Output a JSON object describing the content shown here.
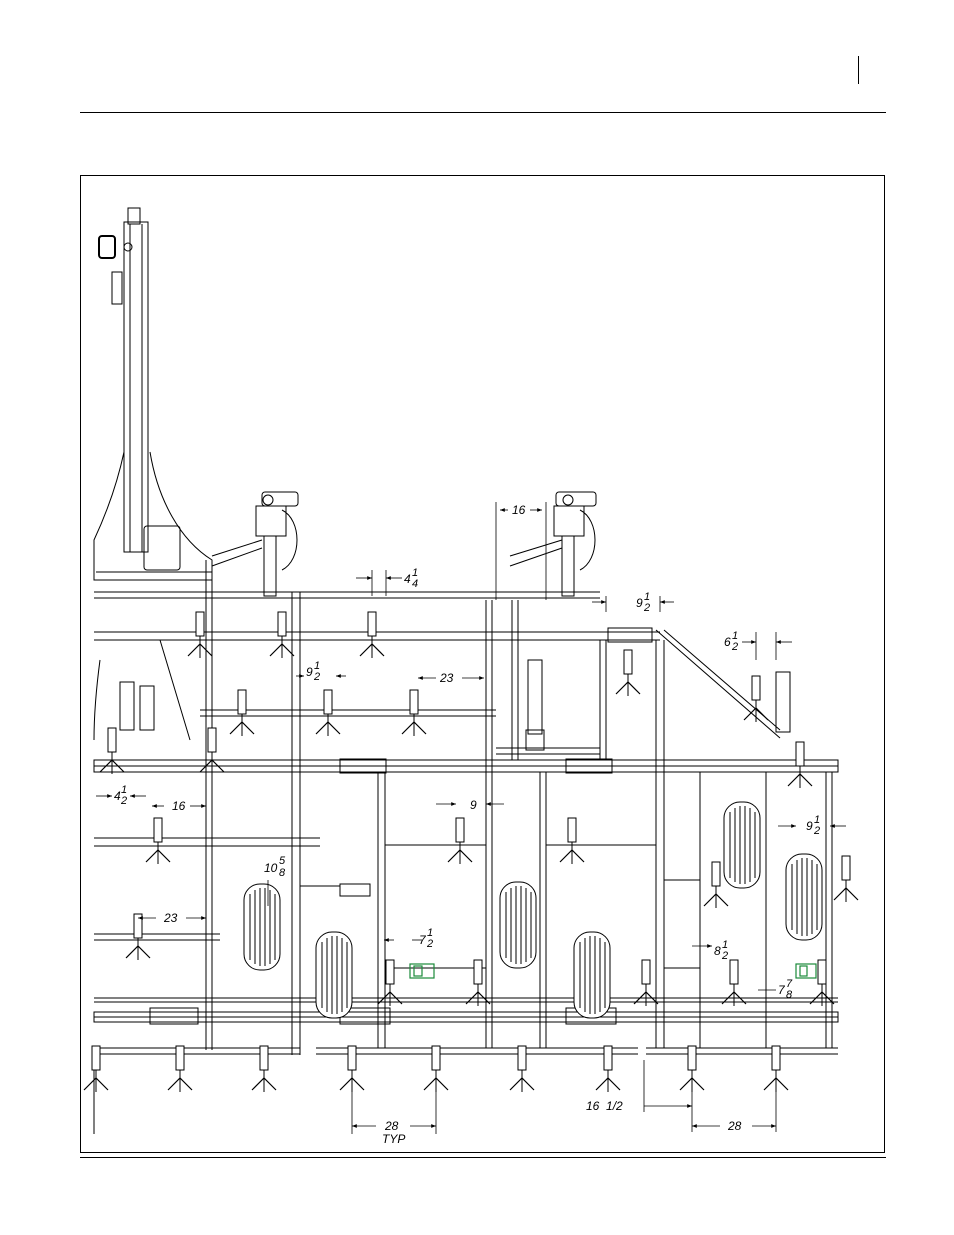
{
  "colors": {
    "line": "#000000",
    "accent": "#1a8a3a",
    "background": "#ffffff"
  },
  "dimensions": {
    "d16_top": "16",
    "d4_1_4": {
      "whole": "4",
      "num": "1",
      "den": "4"
    },
    "d9_1_2_right": {
      "whole": "9",
      "num": "1",
      "den": "2"
    },
    "d6_1_2": {
      "whole": "6",
      "num": "1",
      "den": "2"
    },
    "d23_upper": "23",
    "d9_1_2_mid": {
      "whole": "9",
      "num": "1",
      "den": "2"
    },
    "d4_1_2": {
      "whole": "4",
      "num": "1",
      "den": "2"
    },
    "d16_left": "16",
    "d9_center": "9",
    "d9_1_2_far": {
      "whole": "9",
      "num": "1",
      "den": "2"
    },
    "d10_5_8": {
      "whole": "10",
      "num": "5",
      "den": "8"
    },
    "d23_lower": "23",
    "d7_1_2": {
      "whole": "7",
      "num": "1",
      "den": "2"
    },
    "d8_1_2": {
      "whole": "8",
      "num": "1",
      "den": "2"
    },
    "d7_7_8": {
      "whole": "7",
      "num": "7",
      "den": "8"
    },
    "d28_typ": "28",
    "typ_label": "TYP",
    "d16_1_2": "16  1/2",
    "d28_right": "28"
  }
}
